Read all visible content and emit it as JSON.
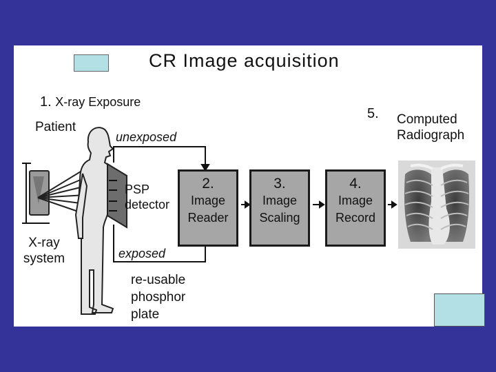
{
  "title": "CR Image acquisition",
  "step1": {
    "number": "1.",
    "label": "X-ray Exposure"
  },
  "step5": {
    "number": "5.",
    "label": "Computed Radiograph"
  },
  "labels": {
    "patient": "Patient",
    "unexposed": "unexposed",
    "psp_detector": "PSP detector",
    "xray_system": "X-ray system",
    "exposed": "exposed",
    "reusable": "re-usable phosphor plate"
  },
  "boxes": [
    {
      "number": "2.",
      "line1": "Image",
      "line2": "Reader"
    },
    {
      "number": "3.",
      "line1": "Image",
      "line2": "Scaling"
    },
    {
      "number": "4.",
      "line1": "Image",
      "line2": "Record"
    }
  ],
  "colors": {
    "background": "#333399",
    "slide": "#ffffff",
    "swatch": "#b3e0e5",
    "box_fill": "#a6a6a6"
  }
}
